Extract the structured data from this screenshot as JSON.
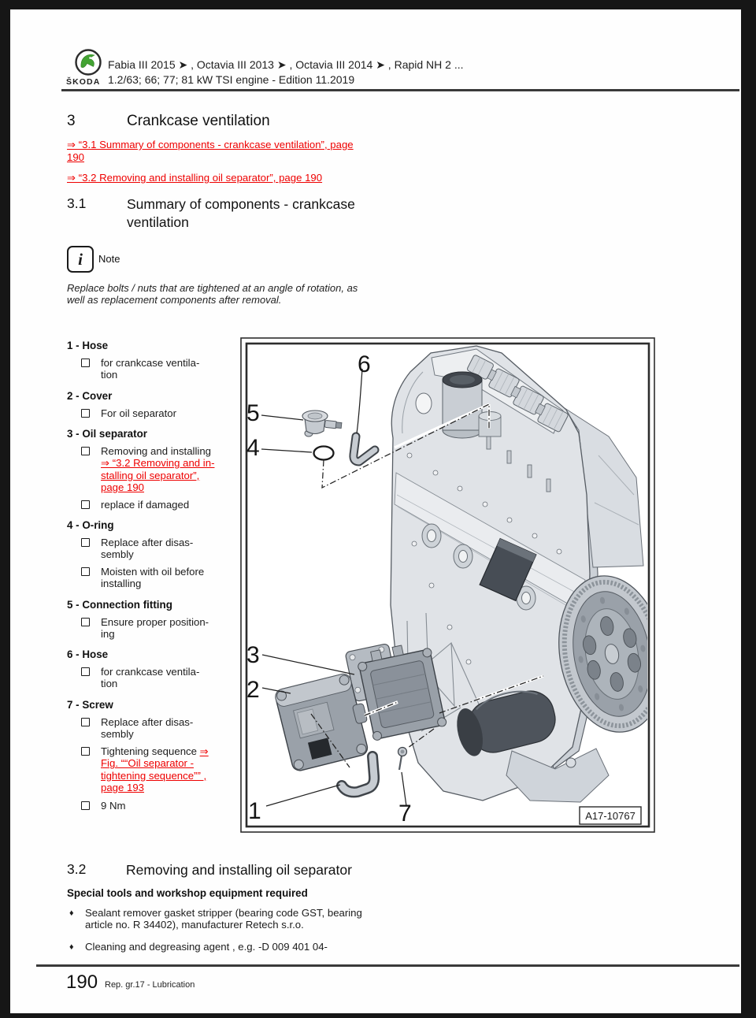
{
  "header": {
    "brand": "ŠKODA",
    "line1": "Fabia III 2015 ➤ , Octavia III 2013 ➤ , Octavia III 2014 ➤ , Rapid NH 2 ...",
    "line2": "1.2/63; 66; 77; 81 kW TSI engine - Edition 11.2019"
  },
  "section3": {
    "number": "3",
    "title": "Crankcase ventilation"
  },
  "toc": {
    "link1": "⇒ “3.1 Summary of components - crankcase ventilation”, page\n190",
    "link2": "⇒ “3.2 Removing and installing oil separator”, page 190"
  },
  "section31": {
    "number": "3.1",
    "title": "Summary of components - crankcase\nventilation"
  },
  "note": {
    "label": "Note",
    "text": "Replace bolts / nuts that are tightened at an angle of rotation, as\nwell as replacement components after removal."
  },
  "parts": {
    "p1": {
      "name": "1 - Hose",
      "i1": "for crankcase ventila-\ntion"
    },
    "p2": {
      "name": "2 - Cover",
      "i1": "For oil separator"
    },
    "p3": {
      "name": "3 - Oil separator",
      "i1_plain": "Removing and installing",
      "i1_link": "\n⇒ “3.2 Removing and in-\nstalling oil separator”,\npage 190",
      "i2": "replace if damaged"
    },
    "p4": {
      "name": "4 - O-ring",
      "i1": "Replace after disas-\nsembly",
      "i2": "Moisten with oil before\ninstalling"
    },
    "p5": {
      "name": "5 - Connection fitting",
      "i1": "Ensure proper position-\ning"
    },
    "p6": {
      "name": "6 - Hose",
      "i1": "for crankcase ventila-\ntion"
    },
    "p7": {
      "name": "7 - Screw",
      "i1": "Replace after disas-\nsembly",
      "i2_plain": "Tightening sequence ",
      "i2_link": "⇒\nFig. ““Oil separator -\ntightening sequence”” ,\npage 193",
      "i3": "9 Nm"
    }
  },
  "diagram": {
    "figure_id": "A17-10767",
    "callouts": [
      "1",
      "2",
      "3",
      "4",
      "5",
      "6",
      "7"
    ]
  },
  "section32": {
    "number": "3.2",
    "title": "Removing and installing oil separator",
    "subheading": "Special tools and workshop equipment required",
    "tools": [
      "Sealant remover gasket stripper (bearing code GST, bearing\narticle no. R 34402), manufacturer Retech s.r.o.",
      "Cleaning and degreasing agent , e.g. -D 009 401 04-"
    ]
  },
  "footer": {
    "page_number": "190",
    "rep_group": "Rep. gr.17 - Lubrication"
  },
  "colors": {
    "link_red": "#ee0000",
    "skoda_green": "#43a333",
    "rule": "#3a3a3a"
  }
}
